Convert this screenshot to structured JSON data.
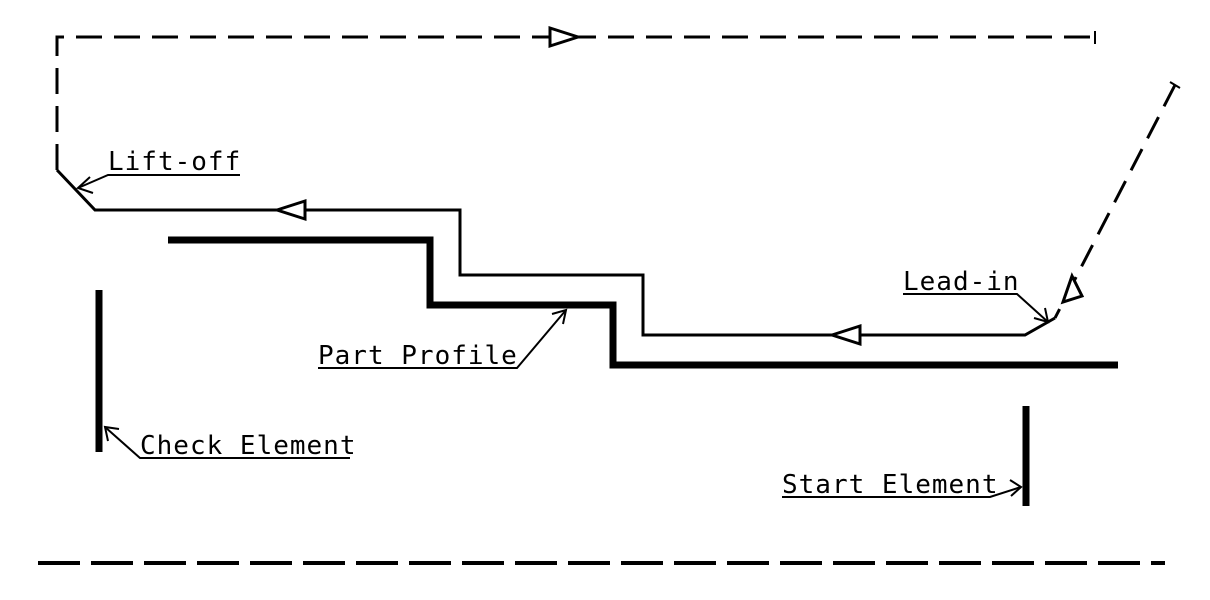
{
  "labels": {
    "lift_off": "Lift-off",
    "lead_in": "Lead-in",
    "part_profile": "Part Profile",
    "check_element": "Check Element",
    "start_element": "Start Element"
  },
  "colors": {
    "ink": "#000000",
    "background": "#ffffff"
  }
}
